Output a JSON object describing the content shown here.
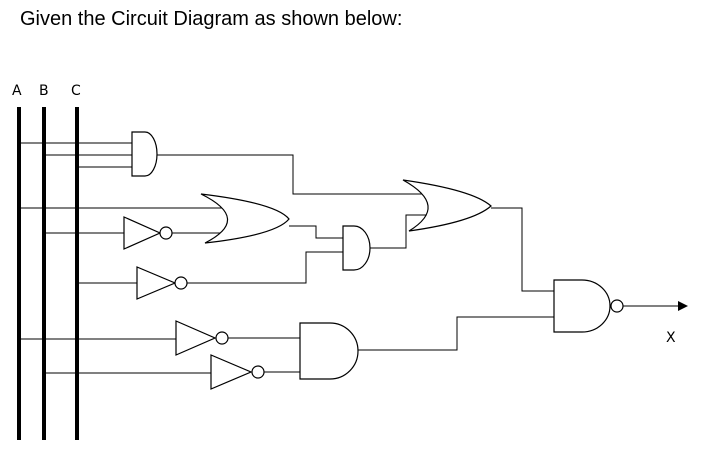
{
  "title": "Given the Circuit Diagram as shown below:",
  "inputs": [
    "A",
    "B",
    "C"
  ],
  "output": "X"
}
